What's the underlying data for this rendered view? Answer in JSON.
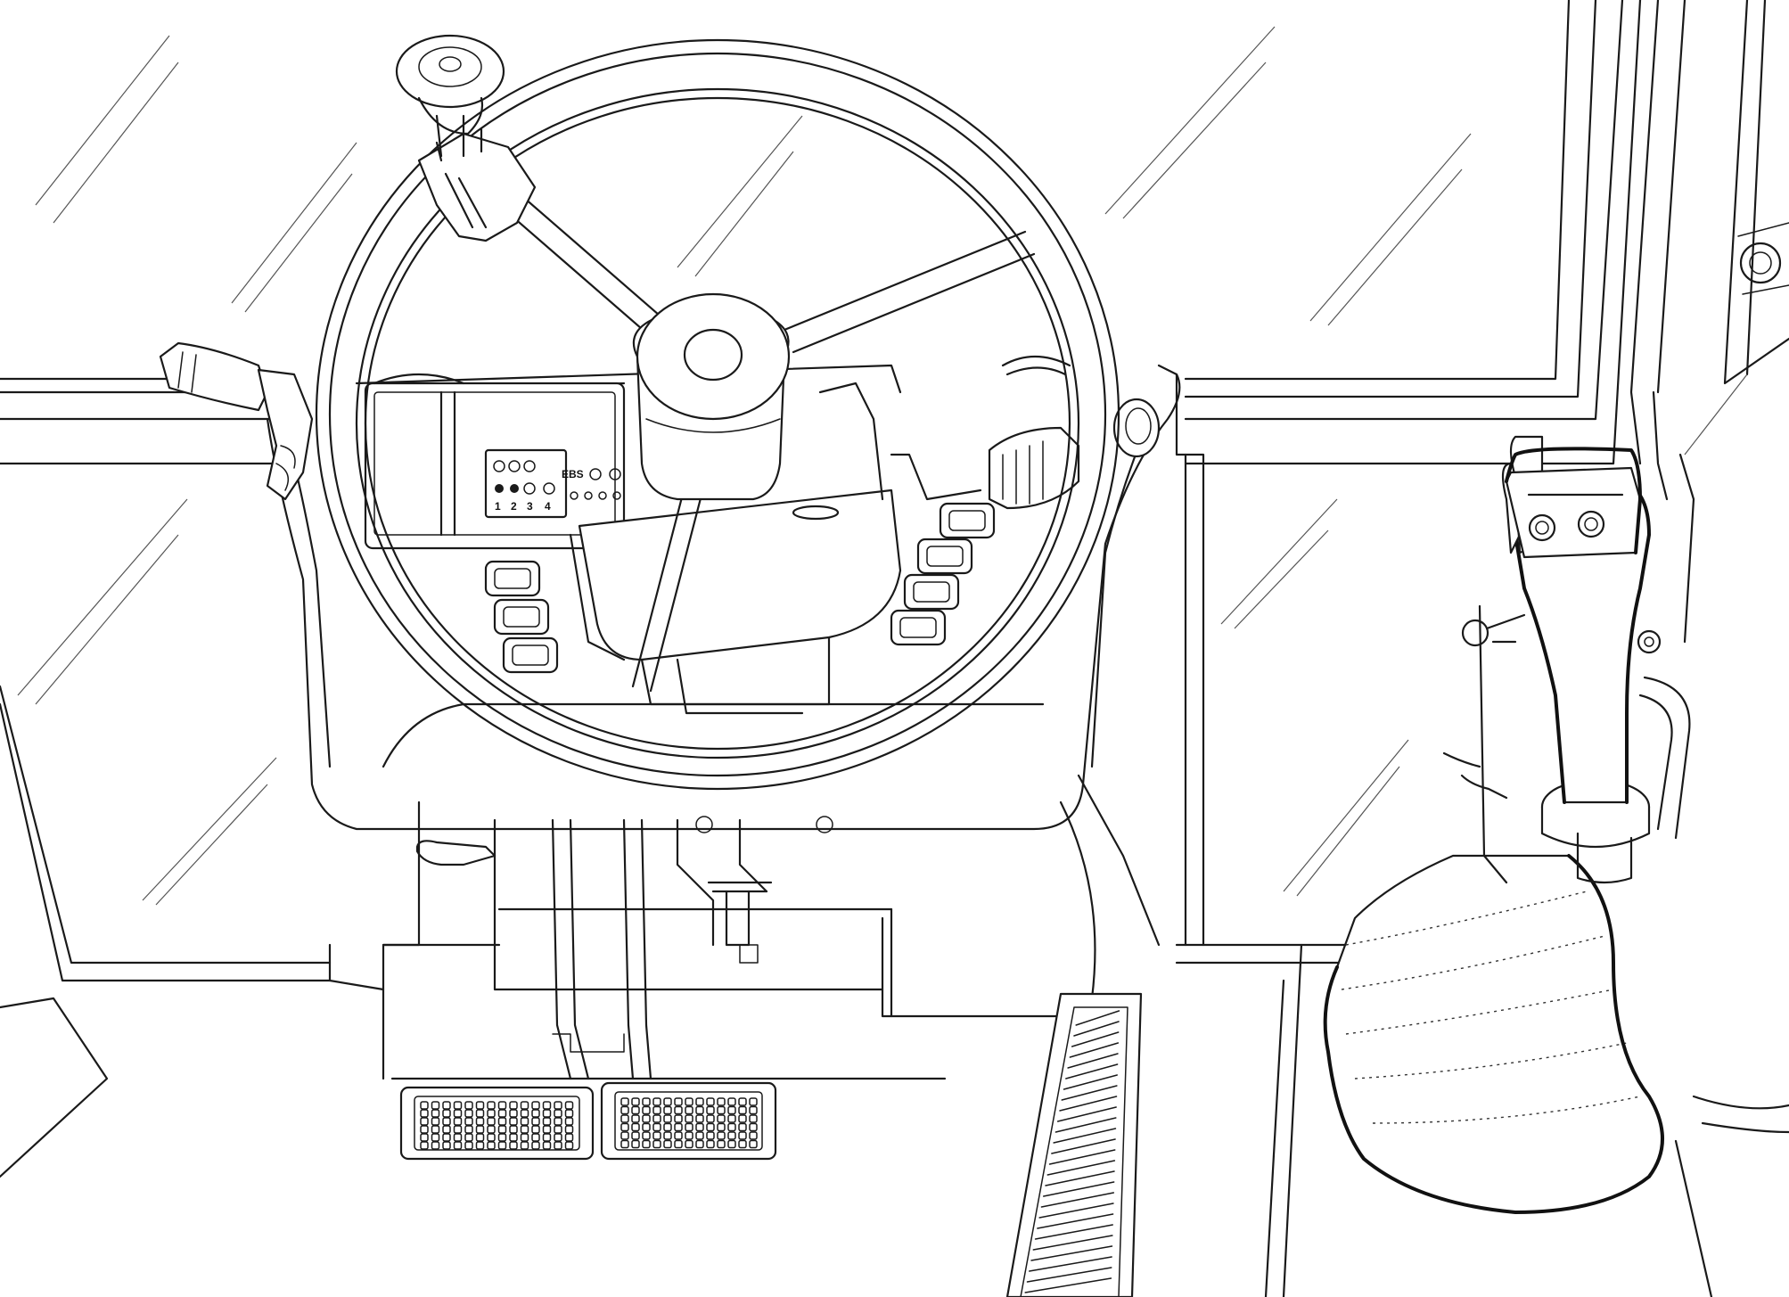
{
  "panel": {
    "indicator_numbers": [
      "1",
      "2",
      "3",
      "4"
    ],
    "indicator_text": "EBS"
  }
}
